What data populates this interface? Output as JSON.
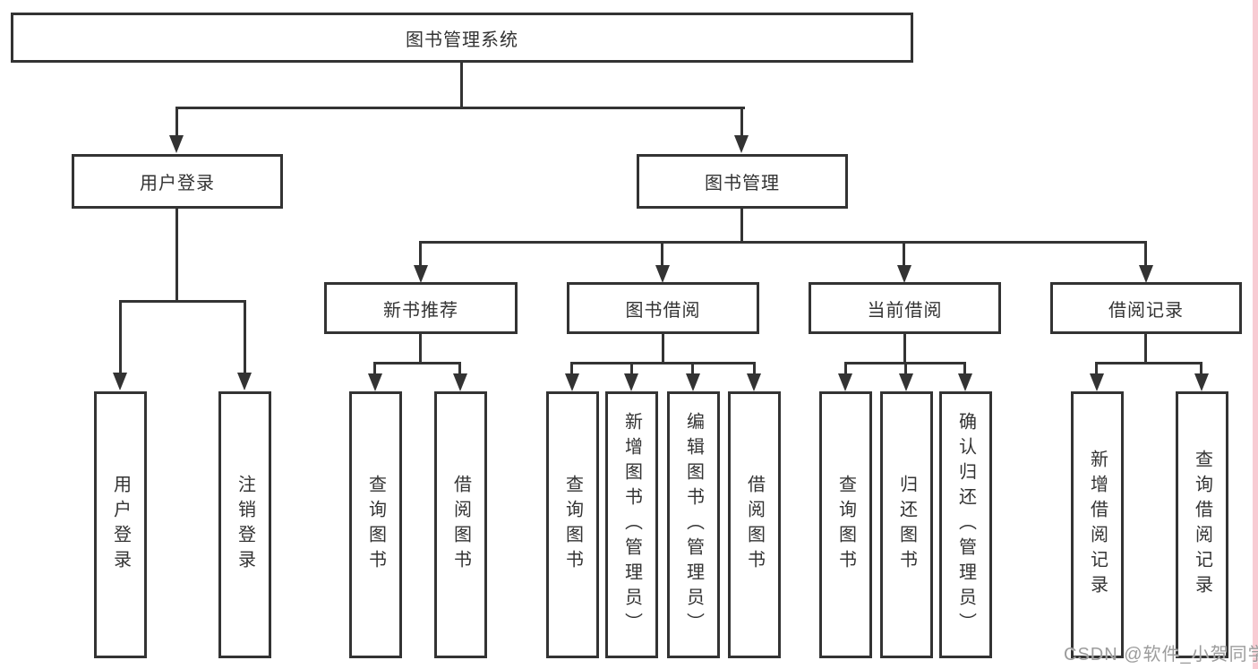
{
  "nodes": {
    "root": "图书管理系统",
    "level2": [
      {
        "label": "用户登录"
      },
      {
        "label": "图书管理"
      }
    ],
    "login_children": [
      "用户登录",
      "注销登录"
    ],
    "sections": [
      {
        "label": "新书推荐",
        "children": [
          "查询图书",
          "借阅图书"
        ]
      },
      {
        "label": "图书借阅",
        "children": [
          "查询图书",
          "新增图书（管理员）",
          "编辑图书（管理员）",
          "借阅图书"
        ]
      },
      {
        "label": "当前借阅",
        "children": [
          "查询图书",
          "归还图书",
          "确认归还（管理员）"
        ]
      },
      {
        "label": "借阅记录",
        "children": [
          "新增借阅记录",
          "查询借阅记录"
        ]
      }
    ]
  },
  "watermark": "CSDN @软件_小贺同学",
  "colors": {
    "line": "#333333",
    "text": "#333333",
    "background": "#ffffff",
    "box_background": "#ffffff",
    "watermark_text": "#9c9c9c",
    "right_edge_strip": "#f8ccd3"
  }
}
